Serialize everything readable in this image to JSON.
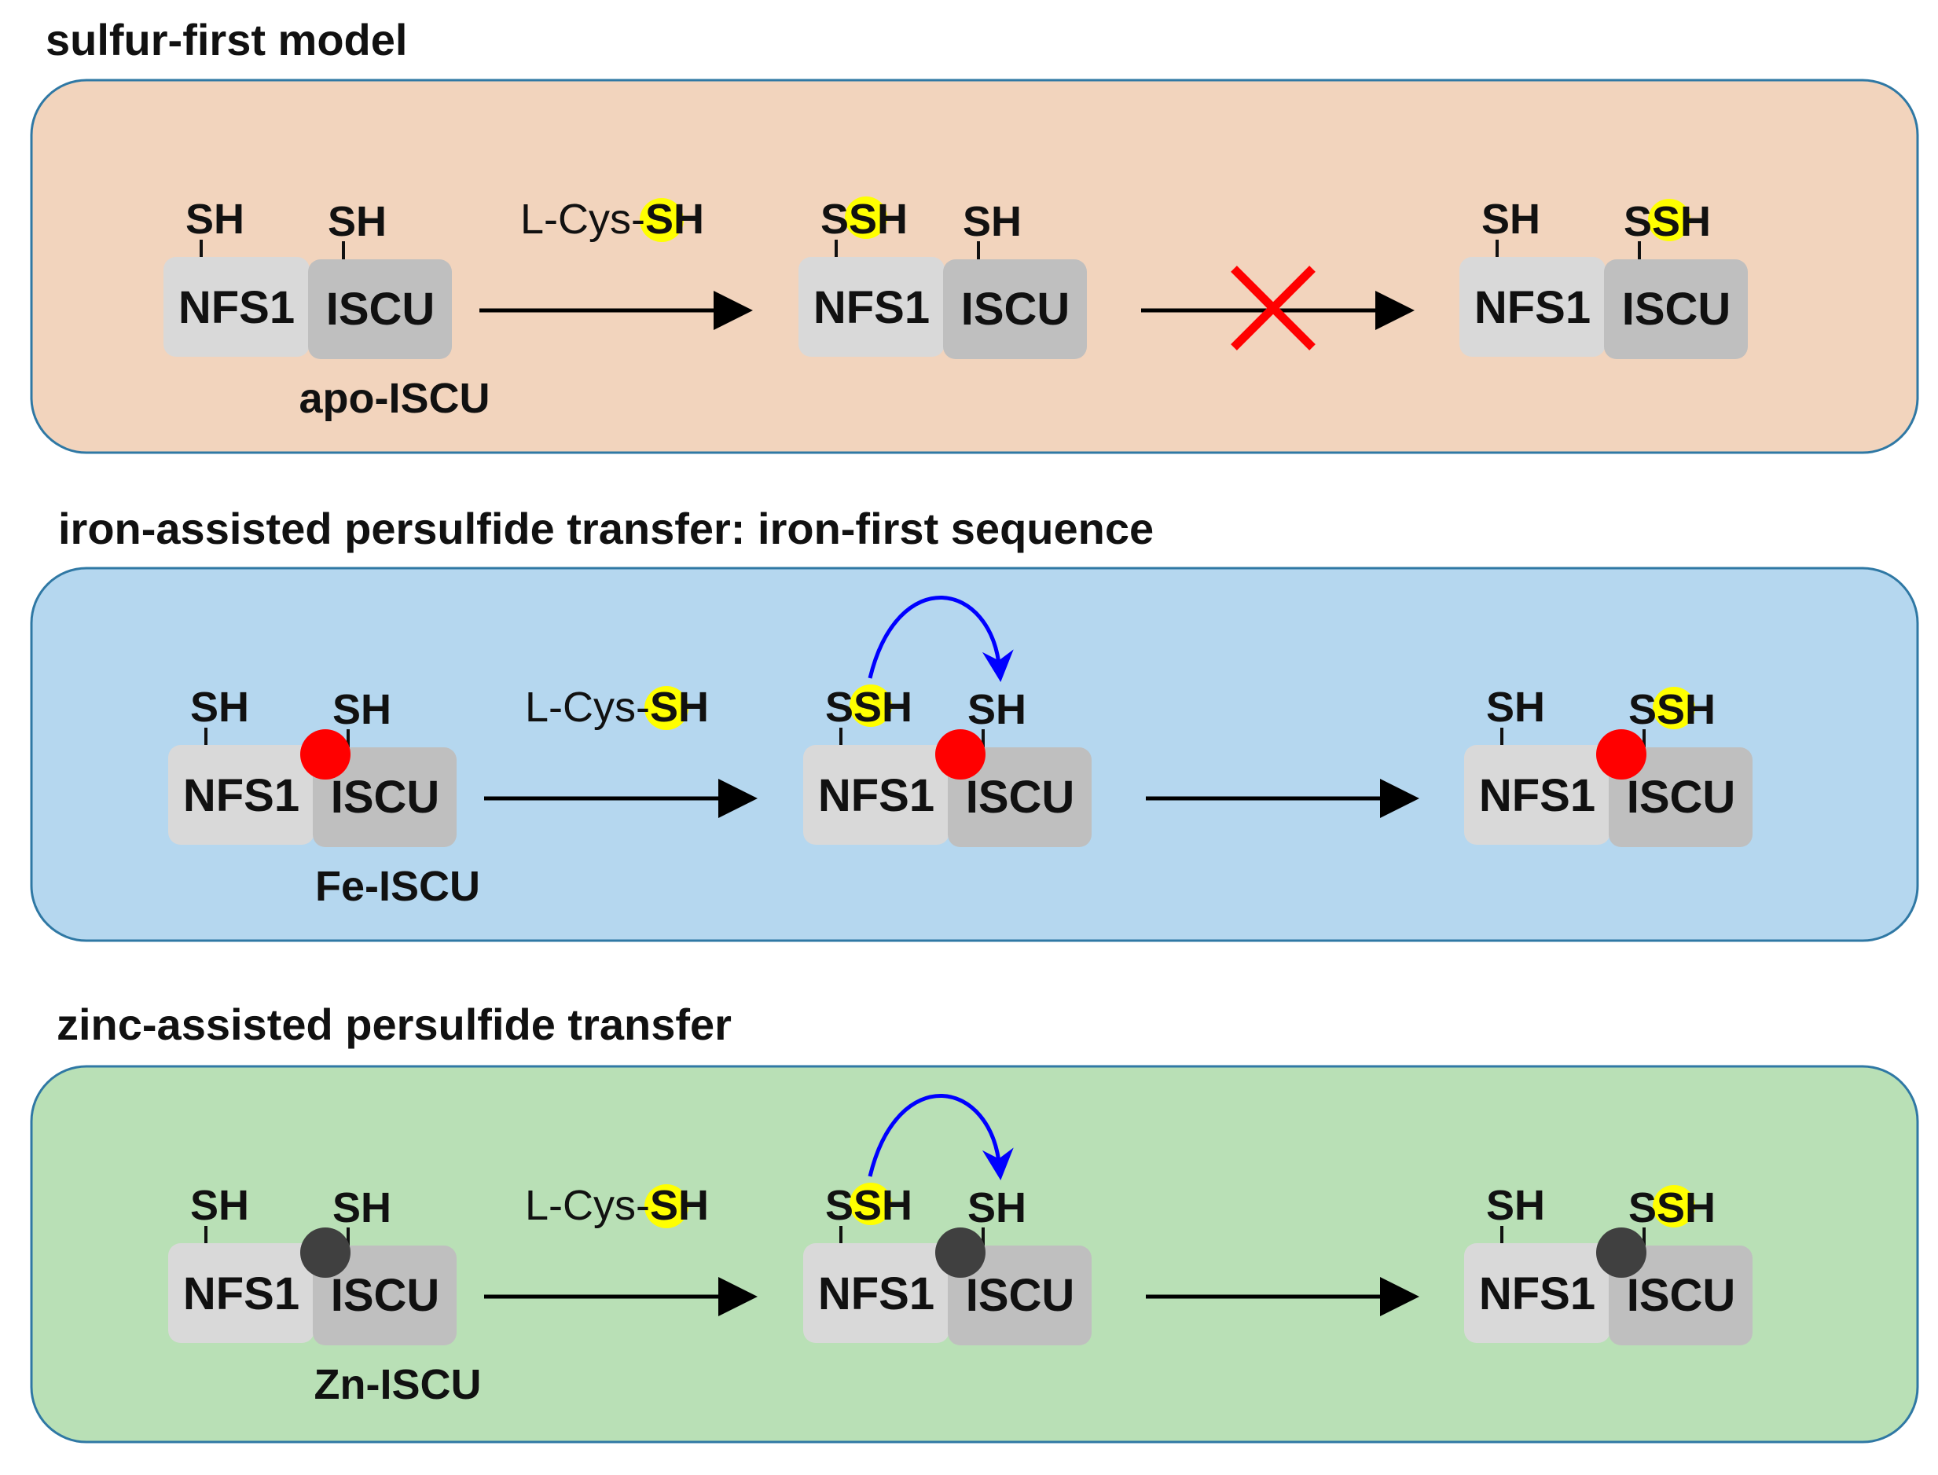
{
  "colors": {
    "panel_sulfur": "#f2d4bd",
    "panel_iron": "#b5d7ef",
    "panel_zinc": "#b9e0b6",
    "panel_border": "#2f78a4",
    "nfs1_box": "#d9d9d9",
    "iscu_box": "#bfbfbf",
    "sulfur_highlight": "#ffff00",
    "iron_dot": "#ff0000",
    "zinc_dot": "#404040",
    "transfer_arrow": "#0000ff",
    "blocked_mark": "#ff0000"
  },
  "panels": [
    {
      "title": "sulfur-first model",
      "bg_key": "panel_sulfur",
      "metal": "none",
      "reagent": {
        "prefix": "L-Cys-",
        "highlight": "SH"
      },
      "under_label": "apo-ISCU",
      "blocked": true,
      "transfer_arrow": false,
      "complexes": [
        {
          "nfs1": "NFS1",
          "iscu": "ISCU",
          "nfs1_group": "SH",
          "iscu_group": "SH"
        },
        {
          "nfs1": "NFS1",
          "iscu": "ISCU",
          "nfs1_group": "SSH",
          "iscu_group": "SH"
        },
        {
          "nfs1": "NFS1",
          "iscu": "ISCU",
          "nfs1_group": "SH",
          "iscu_group": "SSH"
        }
      ]
    },
    {
      "title": "iron-assisted persulfide transfer: iron-first sequence",
      "bg_key": "panel_iron",
      "metal": "iron",
      "reagent": {
        "prefix": "L-Cys-",
        "highlight": "SH"
      },
      "under_label": "Fe-ISCU",
      "blocked": false,
      "transfer_arrow": true,
      "complexes": [
        {
          "nfs1": "NFS1",
          "iscu": "ISCU",
          "nfs1_group": "SH",
          "iscu_group": "SH"
        },
        {
          "nfs1": "NFS1",
          "iscu": "ISCU",
          "nfs1_group": "SSH",
          "iscu_group": "SH"
        },
        {
          "nfs1": "NFS1",
          "iscu": "ISCU",
          "nfs1_group": "SH",
          "iscu_group": "SSH"
        }
      ]
    },
    {
      "title": "zinc-assisted persulfide transfer",
      "bg_key": "panel_zinc",
      "metal": "zinc",
      "reagent": {
        "prefix": "L-Cys-",
        "highlight": "SH"
      },
      "under_label": "Zn-ISCU",
      "blocked": false,
      "transfer_arrow": true,
      "complexes": [
        {
          "nfs1": "NFS1",
          "iscu": "ISCU",
          "nfs1_group": "SH",
          "iscu_group": "SH"
        },
        {
          "nfs1": "NFS1",
          "iscu": "ISCU",
          "nfs1_group": "SSH",
          "iscu_group": "SH"
        },
        {
          "nfs1": "NFS1",
          "iscu": "ISCU",
          "nfs1_group": "SH",
          "iscu_group": "SSH"
        }
      ]
    }
  ]
}
